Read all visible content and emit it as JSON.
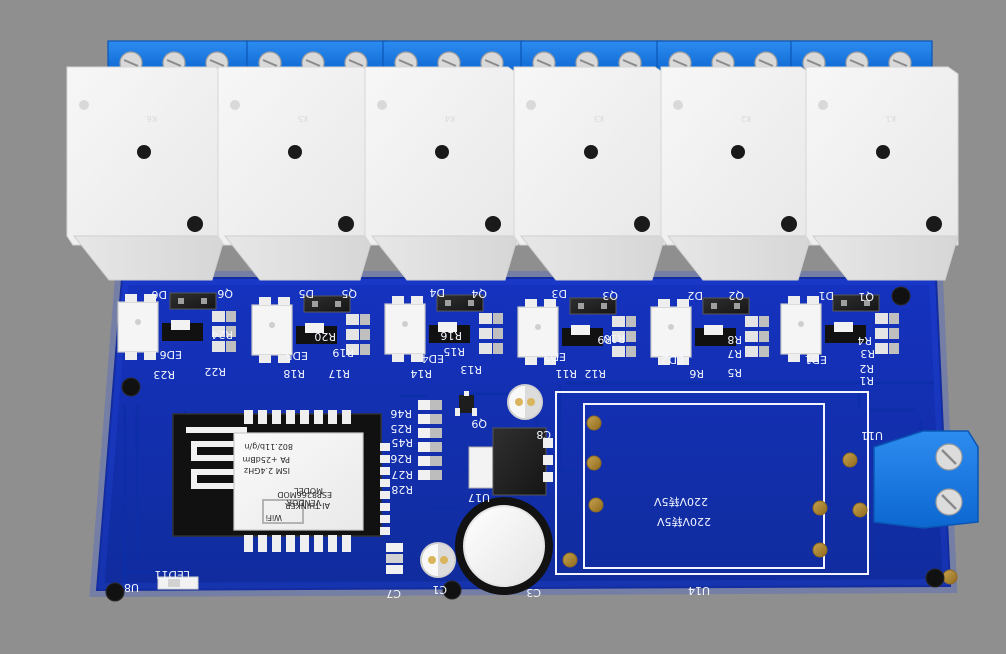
{
  "board": {
    "name": "relay-board",
    "relays": [
      {
        "label": "K6"
      },
      {
        "label": "K5"
      },
      {
        "label": "K4"
      },
      {
        "label": "K3"
      },
      {
        "label": "K2"
      },
      {
        "label": "K1"
      }
    ],
    "top_labels": [
      "D6",
      "Q6",
      "D5",
      "Q5",
      "D4",
      "Q4",
      "D3",
      "Q3",
      "D2",
      "Q2",
      "D1",
      "Q1"
    ],
    "lower_labels": [
      "R24",
      "ED6",
      "R23",
      "R22",
      "R20",
      "ED5",
      "R19",
      "R18",
      "R17",
      "R16",
      "ED4",
      "R15",
      "R14",
      "R13",
      "ED3",
      "R12",
      "R11",
      "R10",
      "R9",
      "ED2",
      "R8",
      "R7",
      "R6",
      "R5",
      "R4",
      "ED1",
      "R3",
      "R2",
      "R1"
    ],
    "center_labels": {
      "q9": "Q9",
      "c8": "C8",
      "u17": "U17",
      "c3": "C3",
      "c1": "C1",
      "c7": "C7",
      "u14": "U14",
      "u11": "U11",
      "u8": "U8",
      "led11": "LED11"
    },
    "resistor_stack": [
      "R46",
      "R25",
      "R45",
      "R26",
      "R27",
      "R28"
    ],
    "module_lines": [
      "MODEL",
      "ESP8266MOD",
      "VENDOR",
      "AI-THINKER",
      "ISM 2.4GHz",
      "PA +25dBm",
      "802.11b/g/n"
    ],
    "power_module_lines": [
      "220V转5V",
      "220V转5V"
    ]
  }
}
